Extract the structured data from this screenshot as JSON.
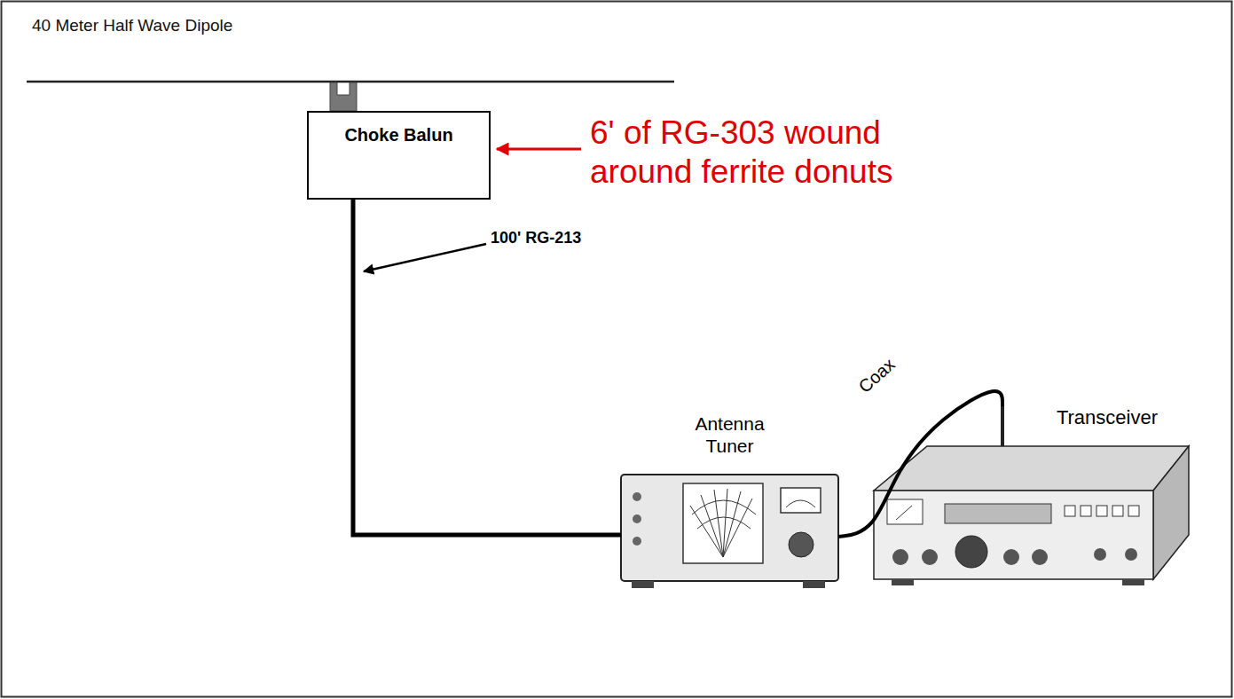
{
  "diagram": {
    "nodes": [
      {
        "text": [
          "Choke Balun"
        ]
      },
      {
        "text": [
          "Antenna Tuner"
        ]
      },
      {
        "text": [
          "Transceiver"
        ]
      }
    ],
    "edges": [
      {
        "from": 0,
        "to": 1,
        "arrow": "none"
      },
      {
        "from": 1,
        "to": 2,
        "label": "Coax",
        "arrow": "none"
      }
    ],
    "labels": [
      "40 Meter Half Wave Dipole",
      "6' of RG-303 wound around ferrite donuts",
      "100' RG-213"
    ]
  }
}
